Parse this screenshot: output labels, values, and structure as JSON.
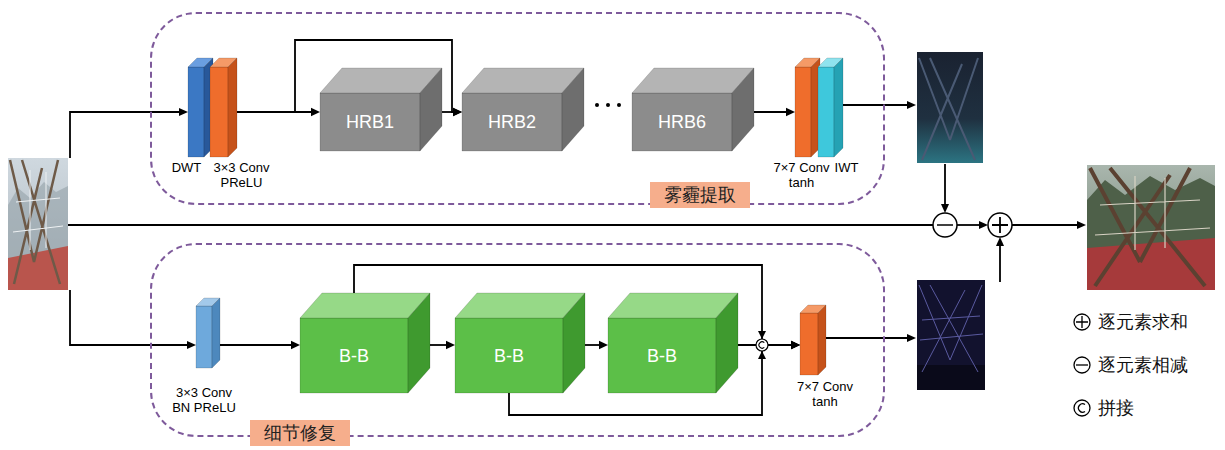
{
  "diagram": {
    "nodes": [
      {
        "text": [
          "雾霾提取"
        ]
      },
      {
        "text": [
          "DWT"
        ],
        "in": 0
      },
      {
        "text": [
          "3×3 Conv PReLU"
        ],
        "in": 0
      },
      {
        "text": [
          "HRB1"
        ],
        "in": 0
      },
      {
        "text": [
          "HRB2"
        ],
        "in": 0
      },
      {
        "text": [
          "HRB6"
        ],
        "in": 0
      },
      {
        "text": [
          "7×7 Conv tanh"
        ],
        "in": 0
      },
      {
        "text": [
          "IWT"
        ],
        "in": 0
      },
      {
        "text": [
          "细节修复"
        ]
      },
      {
        "text": [
          "3×3 Conv BN PReLU"
        ],
        "in": 8
      },
      {
        "text": [
          "B-B"
        ],
        "in": 8
      },
      {
        "text": [
          "B-B"
        ],
        "in": 8
      },
      {
        "text": [
          "B-B"
        ],
        "in": 8
      },
      {
        "text": [
          "7×7 Conv tanh"
        ],
        "in": 8
      }
    ],
    "edges": [
      {
        "from": 2,
        "to": 3,
        "arrow": "to"
      },
      {
        "from": 2,
        "to": 4,
        "arrow": "to"
      },
      {
        "from": 3,
        "to": 4,
        "arrow": "to"
      },
      {
        "from": 5,
        "to": 6,
        "arrow": "to"
      },
      {
        "from": 9,
        "to": 10,
        "arrow": "to"
      },
      {
        "from": 10,
        "to": 11,
        "arrow": "to"
      },
      {
        "from": 11,
        "to": 12,
        "arrow": "to"
      },
      {
        "from": 10,
        "to": 13,
        "arrow": "to"
      },
      {
        "from": 11,
        "to": 13,
        "arrow": "to"
      },
      {
        "from": 12,
        "to": 13,
        "arrow": "to"
      }
    ],
    "legend": [
      {
        "text": "逐元素求和"
      },
      {
        "text": "逐元素相减"
      },
      {
        "text": "拼接"
      }
    ]
  }
}
